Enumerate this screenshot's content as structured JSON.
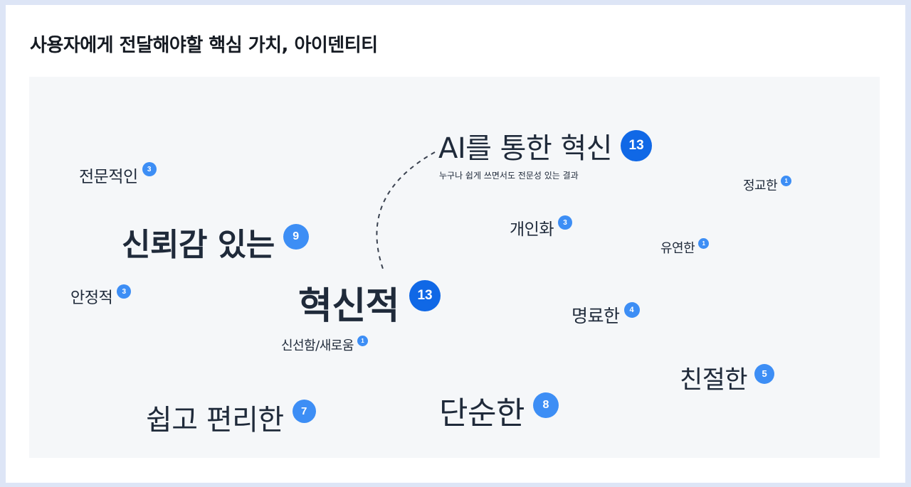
{
  "page": {
    "title": "사용자에게 전달해야할 핵심 가치, 아이덴티티"
  },
  "colors": {
    "badge_primary": "#1068e6",
    "badge_secondary": "#3d8ef5",
    "text": "#1f2a3a",
    "panel_bg": "#f5f7f9"
  },
  "keywords": [
    {
      "label": "AI를 통한 혁신",
      "count": "13"
    },
    {
      "label": "전문적인",
      "count": "3"
    },
    {
      "label": "정교한",
      "count": "1"
    },
    {
      "label": "신뢰감 있는",
      "count": "9"
    },
    {
      "label": "개인화",
      "count": "3"
    },
    {
      "label": "유연한",
      "count": "1"
    },
    {
      "label": "안정적",
      "count": "3"
    },
    {
      "label": "혁신적",
      "count": "13"
    },
    {
      "label": "명료한",
      "count": "4"
    },
    {
      "label": "신선함/새로움",
      "count": "1"
    },
    {
      "label": "친절한",
      "count": "5"
    },
    {
      "label": "쉽고 편리한",
      "count": "7"
    },
    {
      "label": "단순한",
      "count": "8"
    }
  ],
  "annotation": {
    "text": "누구나 쉽게 쓰면서도 전문성 있는 결과"
  }
}
